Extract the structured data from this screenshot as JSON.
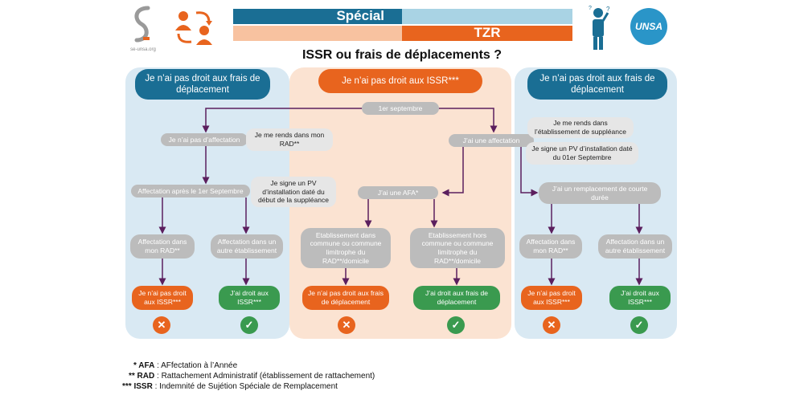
{
  "header": {
    "title_label": "Spécial",
    "subtitle_label": "TZR",
    "main_title": "ISSR ou frais de déplacements ?",
    "logo_left_text": "se-unsa.org",
    "logo_right_text": "UNSA"
  },
  "left": {
    "heading": "Je n’ai pas droit aux frais de déplacement",
    "affectation": "Je n’ai pas d’affectation",
    "note_rad": "Je me rends dans mon RAD**",
    "after_sept": "Affectation après le 1er Septembre",
    "note_pv": "Je signe un PV d’installation daté du début de la suppléance",
    "box_rad": "Affectation dans mon RAD**",
    "box_autre": "Affectation dans un autre établissement",
    "result_no": "Je n’ai pas droit aux ISSR***",
    "result_yes": "J’ai droit aux ISSR***"
  },
  "middle": {
    "heading": "Je n’ai pas droit aux ISSR***",
    "sept": "1er septembre",
    "affectation": "J’ai une affectation",
    "afa": "J’ai une AFA*",
    "box_commune": "Etablissement dans commune ou commune limitrophe du RAD**/domicile",
    "box_hors": "Etablissement hors commune ou commune limitrophe du RAD**/domicile",
    "result_no": "Je n’ai pas droit aux frais de déplacement",
    "result_yes": "J’ai droit aux frais de déplacement"
  },
  "right": {
    "heading": "Je n’ai pas droit aux frais de déplacement",
    "note_supp": "Je me rends dans l’établissement de suppléance",
    "note_pv": "Je signe un PV d’installation daté du 01er Septembre",
    "remplacement": "J’ai un remplacement de courte durée",
    "box_rad": "Affectation dans mon RAD**",
    "box_autre": "Affectation dans un autre établissement",
    "result_no": "Je n’ai pas droit aux ISSR***",
    "result_yes": "J’ai droit aux ISSR***"
  },
  "legend": {
    "afa_stars": "* AFA",
    "afa_def": " : AFfectation à l’Année",
    "rad_stars": "** RAD",
    "rad_def": " : Rattachement Administratif (établissement de rattachement)",
    "issr_stars": "*** ISSR",
    "issr_def": " : Indemnité de Sujétion Spéciale de Remplacement"
  },
  "colors": {
    "blue_panel": "#d9e9f3",
    "peach_panel": "#fbe3d2",
    "orange": "#e8641e",
    "green": "#3a9a4f",
    "blue": "#1a6e94",
    "purple_arrow": "#5b1f5e"
  },
  "icons": {
    "cross": "cross-icon",
    "check": "check-icon"
  }
}
